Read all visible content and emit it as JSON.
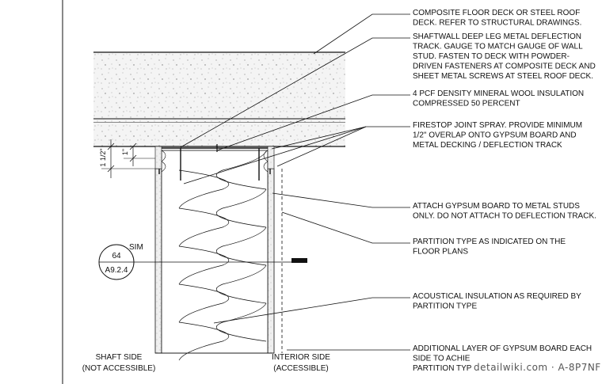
{
  "notes": [
    [
      "COMPOSITE FLOOR DECK OR STEEL ROOF",
      "DECK. REFER TO STRUCTURAL DRAWINGS."
    ],
    [
      "SHAFTWALL DEEP LEG METAL DEFLECTION",
      "TRACK. GAUGE TO MATCH GAUGE OF WALL",
      "STUD. FASTEN TO DECK WITH POWDER-",
      "DRIVEN FASTENERS AT COMPOSITE DECK AND",
      "SHEET METAL SCREWS AT STEEL ROOF DECK."
    ],
    [
      "4 PCF DENSITY MINERAL WOOL INSULATION",
      "COMPRESSED 50 PERCENT"
    ],
    [
      "FIRESTOP JOINT SPRAY. PROVIDE MINIMUM",
      "1/2\" OVERLAP ONTO GYPSUM BOARD AND",
      "METAL DECKING / DEFLECTION TRACK"
    ],
    [
      "ATTACH GYPSUM BOARD TO METAL STUDS",
      "ONLY. DO NOT ATTACH TO DEFLECTION TRACK."
    ],
    [
      "PARTITION TYPE AS INDICATED ON THE",
      "FLOOR PLANS"
    ],
    [
      "ACOUSTICAL INSULATION AS REQUIRED BY",
      "PARTITION TYPE"
    ],
    [
      "ADDITIONAL LAYER OF GYPSUM BOARD EACH",
      "SIDE TO ACHIE",
      "PARTITION TYP"
    ]
  ],
  "side_labels": {
    "shaft": [
      "SHAFT SIDE",
      "(NOT ACCESSIBLE)"
    ],
    "interior": [
      "INTERIOR SIDE",
      "(ACCESSIBLE)"
    ]
  },
  "dimensions": {
    "outer": "1 1/2\"",
    "inner": "1\""
  },
  "section_marker": {
    "sim": "SIM",
    "number": "64",
    "sheet": "A9.2.4"
  },
  "watermark": "detailwiki.com · A-8P7NF"
}
